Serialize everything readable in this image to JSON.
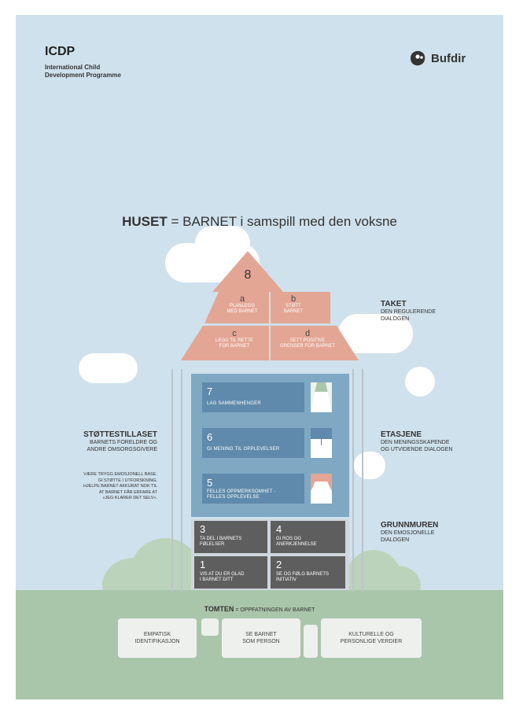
{
  "header": {
    "title": "ICDP",
    "subtitle_line1": "International Child",
    "subtitle_line2": "Development Programme",
    "logo_text": "Bufdir"
  },
  "headline": {
    "bold": "HUSET",
    "rest": " = BARNET i samspill med den voksne"
  },
  "roof": {
    "top_number": "8",
    "cells": [
      {
        "letter": "a",
        "line1": "PLANLEGG",
        "line2": "MED BARNET"
      },
      {
        "letter": "b",
        "line1": "STØTT",
        "line2": "BARNET"
      },
      {
        "letter": "c",
        "line1": "LEGG TIL RETTE",
        "line2": "FOR BARNET"
      },
      {
        "letter": "d",
        "line1": "SETT POSITIVE",
        "line2": "GRENSER FOR BARNET"
      }
    ]
  },
  "floors": [
    {
      "number": "7",
      "text": "LAG SAMMENHENGER"
    },
    {
      "number": "6",
      "text": "GI MENING TIL OPPLEVELSER"
    },
    {
      "number": "5",
      "text_line1": "FELLES OPPMERKSOMHET -",
      "text_line2": "FELLES OPPLEVELSE"
    }
  ],
  "foundation": [
    {
      "number": "3",
      "line1": "TA DEL I BARNETS",
      "line2": "FØLELSER"
    },
    {
      "number": "4",
      "line1": "GI ROS OG",
      "line2": "ANERKJENNELSE"
    },
    {
      "number": "1",
      "line1": "VIS AT DU ER GLAD",
      "line2": "I BARNET DITT"
    },
    {
      "number": "2",
      "line1": "SE OG FØLG BARNETS",
      "line2": "INITIATIV"
    }
  ],
  "labels": {
    "taket_title": "TAKET",
    "taket_line1": "DEN REGULERENDE",
    "taket_line2": "DIALOGEN",
    "etasjene_title": "ETASJENE",
    "etasjene_line1": "DEN MENINGSSKAPENDE",
    "etasjene_line2": "OG UTVIDENDE DIALOGEN",
    "grunnmuren_title": "GRUNNMUREN",
    "grunnmuren_line1": "DEN EMOSJONELLE",
    "grunnmuren_line2": "DIALOGEN",
    "stotte_title": "STØTTESTILLASET",
    "stotte_line1": "BARNETS FORELDRE OG",
    "stotte_line2": "ANDRE OMSORGSGIVERE",
    "stotte_body1": "VÆRE TRYGG EMOSJONELL BASE.",
    "stotte_body2": "GI STØTTE I UTFORSKNING.",
    "stotte_body3": "HJELPE BARNET AKKURAT NOK TIL",
    "stotte_body4": "AT BARNET FÅR ERFARE AT",
    "stotte_body5": "«JEG KLARER DET SELV»."
  },
  "tomten": {
    "bold": "TOMTEN",
    "rest": " = OPPFATNINGEN AV BARNET",
    "tiles": [
      {
        "line1": "EMPATISK",
        "line2": "IDENTIFIKASJON"
      },
      {
        "line1": "SE BARNET",
        "line2": "SOM PERSON"
      },
      {
        "line1": "KULTURELLE OG",
        "line2": "PERSONLIGE VERDIER"
      }
    ]
  },
  "colors": {
    "sky": "#cfe1ec",
    "roof": "#e3a594",
    "floors_panel": "#7fa8c3",
    "floor_box": "#5f8aab",
    "foundation": "#5e5e5e",
    "ground": "#a9c6aa"
  }
}
